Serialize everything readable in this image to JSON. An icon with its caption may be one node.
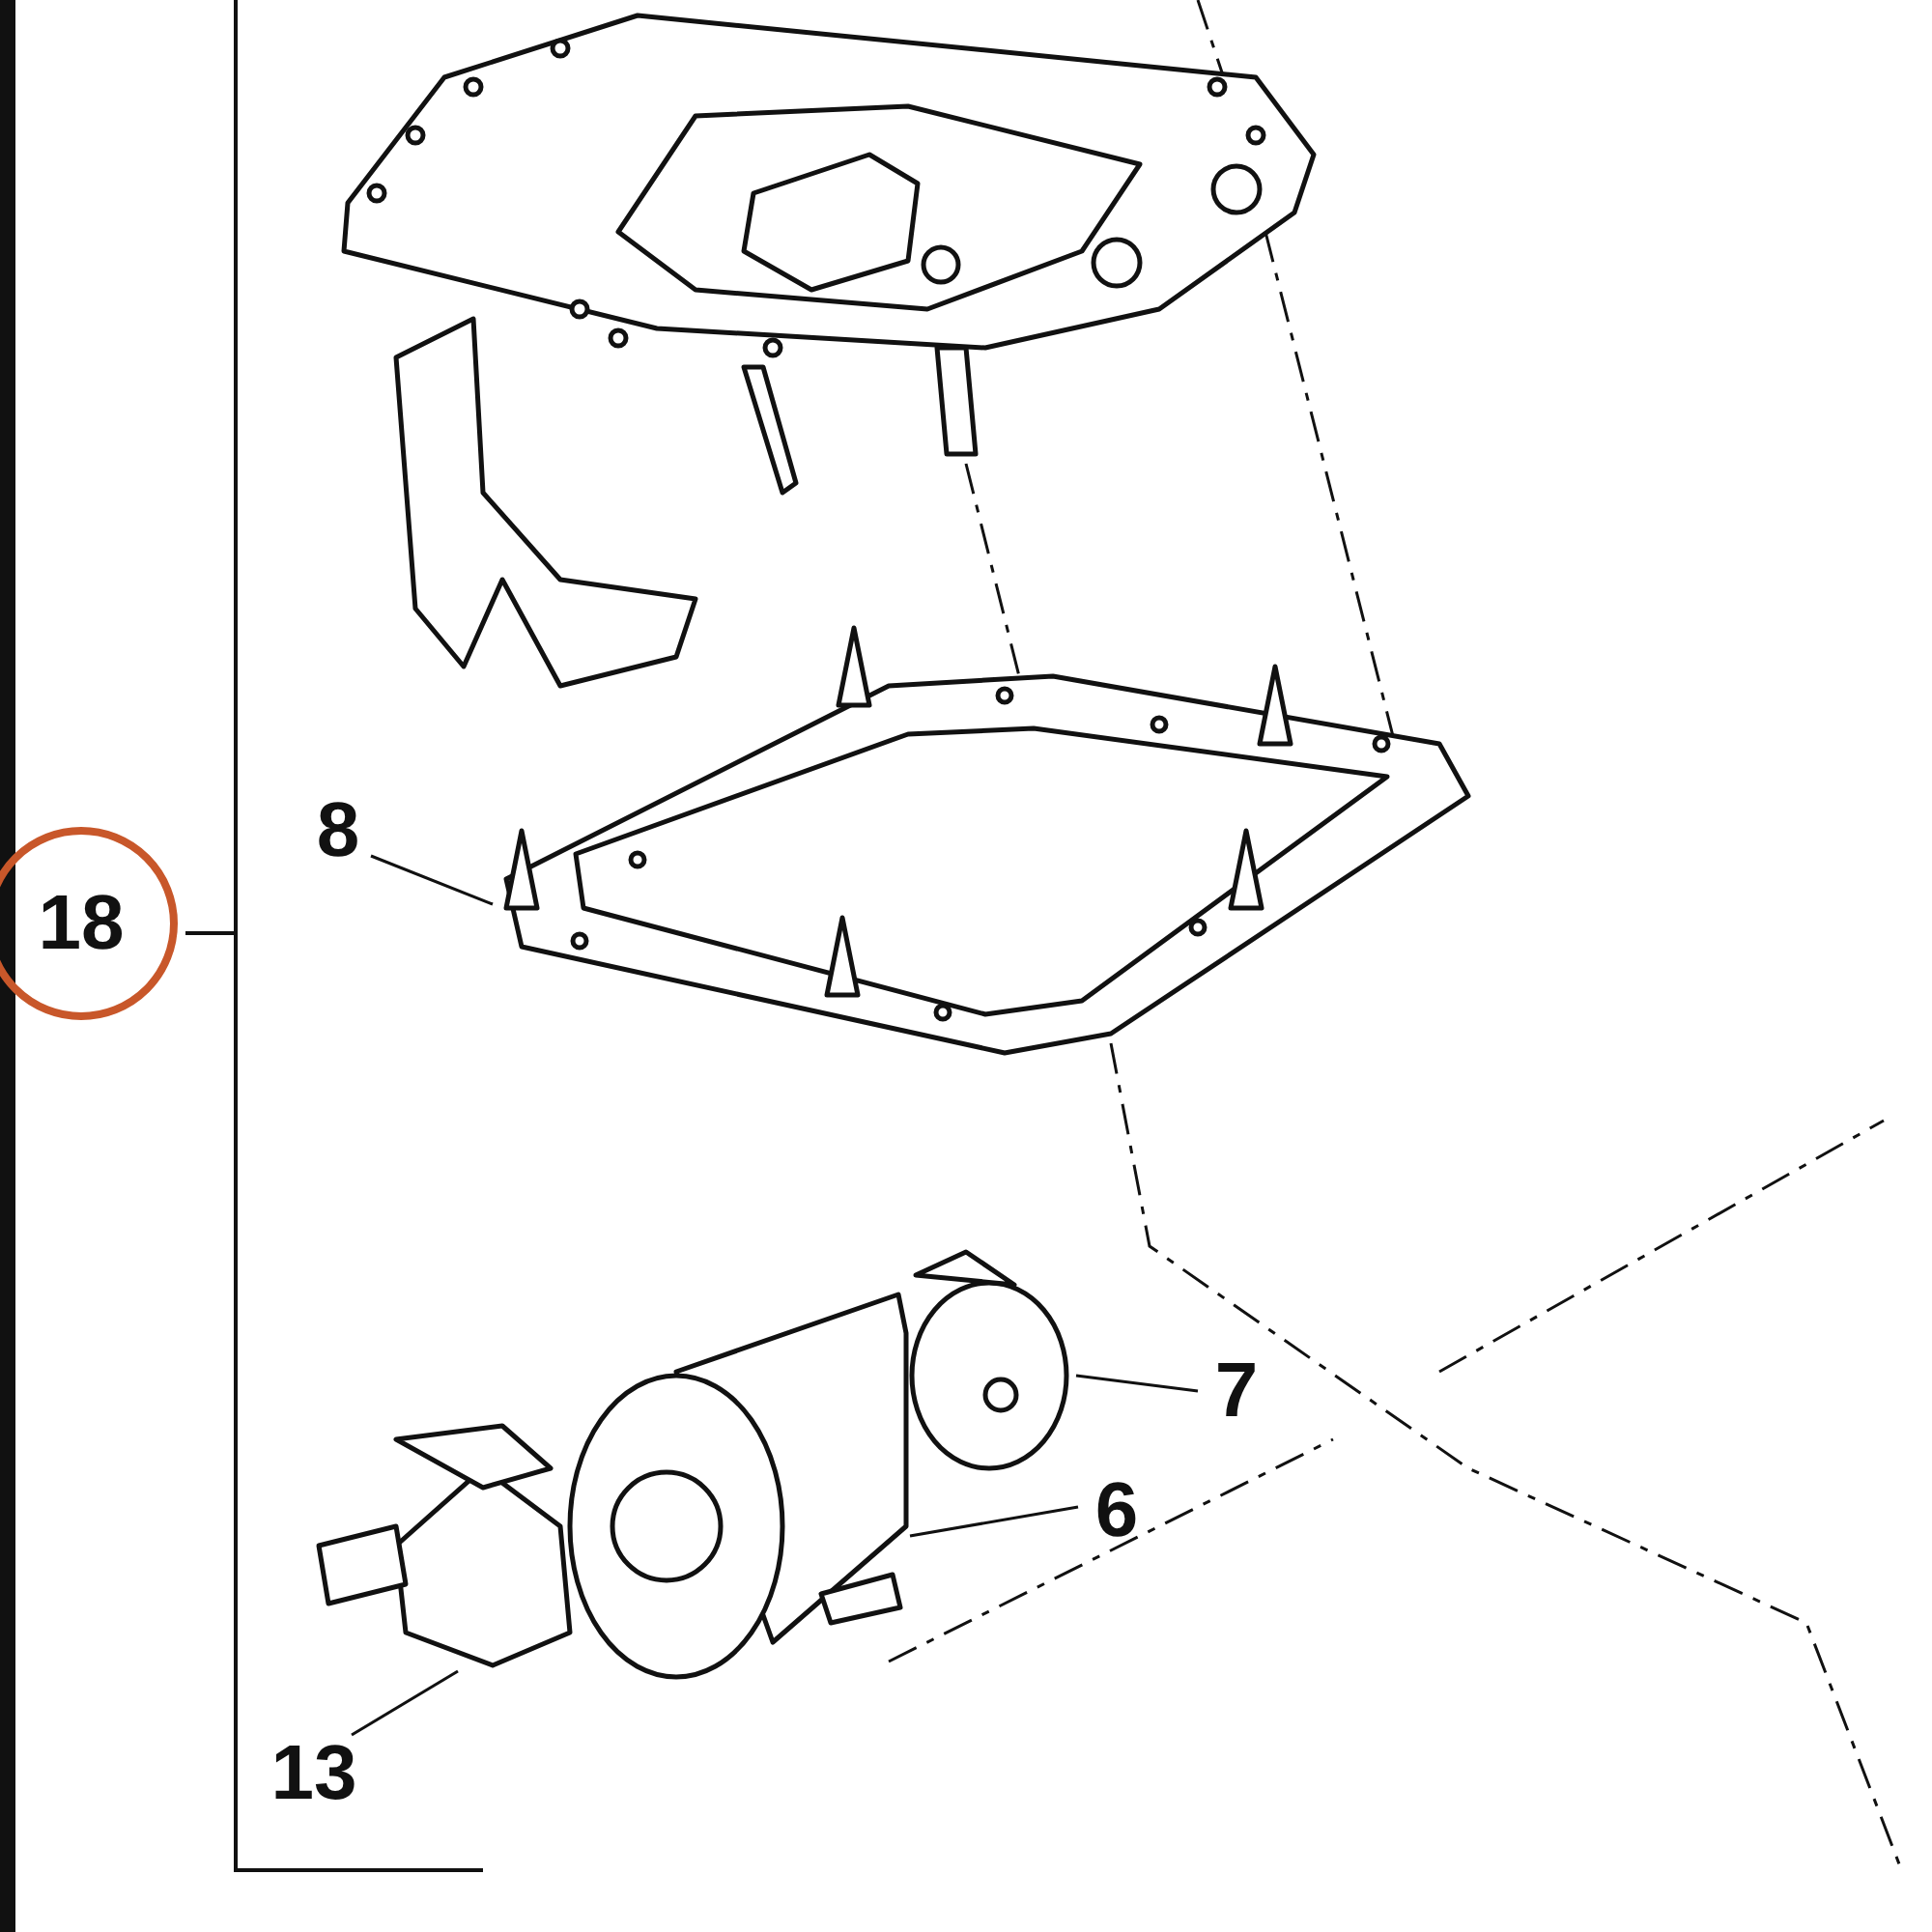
{
  "diagram": {
    "nodes": [
      {
        "text": [
          "18"
        ]
      },
      {
        "text": [
          "8"
        ]
      },
      {
        "text": [],
        "shape": "picture"
      },
      {
        "text": [
          "7"
        ]
      },
      {
        "text": [],
        "shape": "picture"
      },
      {
        "text": [
          "6"
        ]
      },
      {
        "text": [],
        "shape": "picture"
      },
      {
        "text": [
          "13"
        ]
      },
      {
        "text": [],
        "shape": "picture"
      }
    ],
    "edges": [
      {
        "from": 1,
        "to": 2,
        "arrow": "none"
      },
      {
        "from": 3,
        "to": 4,
        "arrow": "none"
      },
      {
        "from": 5,
        "to": 6,
        "arrow": "none"
      },
      {
        "from": 7,
        "to": 8,
        "arrow": "none"
      }
    ]
  }
}
